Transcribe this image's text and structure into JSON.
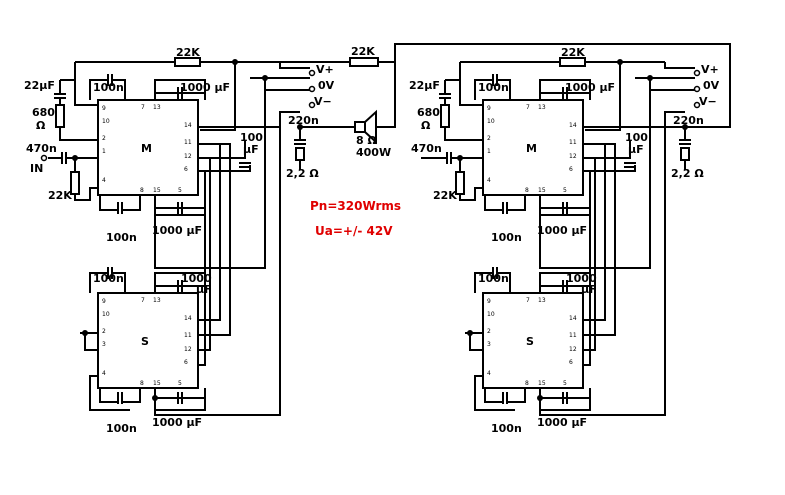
{
  "colors": {
    "wire": "#000000",
    "spec": "#e00000",
    "background": "#ffffff"
  },
  "annotations": {
    "power": "Pn=320Wrms",
    "supply": "Ua=+/- 42V"
  },
  "center": {
    "resistor": "22K",
    "speaker_impedance": "8 Ω",
    "speaker_power": "400W"
  },
  "rail_labels": {
    "vplus": "V+",
    "zero": "0V",
    "vminus": "V−"
  },
  "chip_labels": {
    "master": "M",
    "slave": "S"
  },
  "components": {
    "feedback_resistor": "22K",
    "input_cap": "22µF",
    "bias_resistor": "680",
    "ohm": "Ω",
    "input_coupling": "470n",
    "input": "IN",
    "input_resistor": "22K",
    "bootstrap_small": "100n",
    "bootstrap_large": "1000 µF",
    "bootstrap_large_short": "1000",
    "micro_farad": "µF",
    "comp_cap_value": "100",
    "zobel_cap": "220n",
    "zobel_res": "2,2 Ω",
    "bottom_small": "100n",
    "bottom_large": "1000 µF"
  },
  "pins": {
    "left": [
      "9",
      "10",
      "2",
      "1",
      "4"
    ],
    "slave_left": [
      "9",
      "10",
      "2",
      "3",
      "4"
    ],
    "top": [
      "7",
      "13"
    ],
    "right": [
      "14",
      "11",
      "12",
      "6"
    ],
    "bottom": [
      "8",
      "15",
      "5"
    ]
  }
}
